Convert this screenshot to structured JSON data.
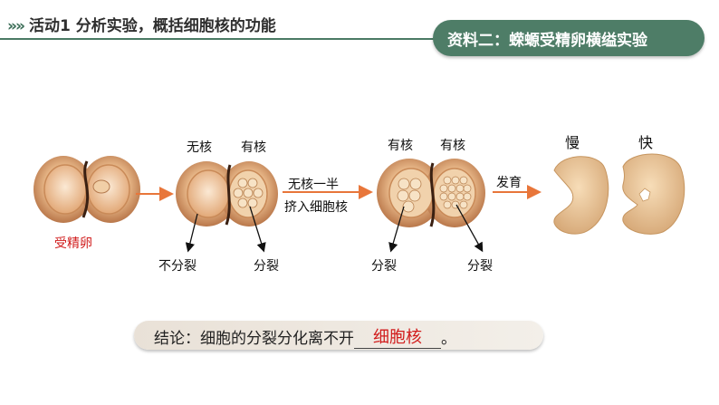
{
  "header": {
    "chevrons": "»»",
    "title": "活动1  分析实验，概括细胞核的功能",
    "badge": "资料二：蝾螈受精卵横缢实验"
  },
  "diagram": {
    "fertilized_egg": "受精卵",
    "stage2_left": "无核",
    "stage2_right": "有核",
    "transfer_line1": "无核一半",
    "transfer_line2": "挤入细胞核",
    "stage3_left": "有核",
    "stage3_right": "有核",
    "develop": "发育",
    "slow": "慢",
    "fast": "快",
    "no_division": "不分裂",
    "division_1": "分裂",
    "division_2": "分裂",
    "division_3": "分裂"
  },
  "conclusion": {
    "prefix": "结论：细胞的分裂分化离不开",
    "answer": "细胞核",
    "suffix": "。"
  },
  "colors": {
    "accent_green": "#4e7d67",
    "arrow_orange": "#e8763a",
    "answer_red": "#d11c1c"
  }
}
